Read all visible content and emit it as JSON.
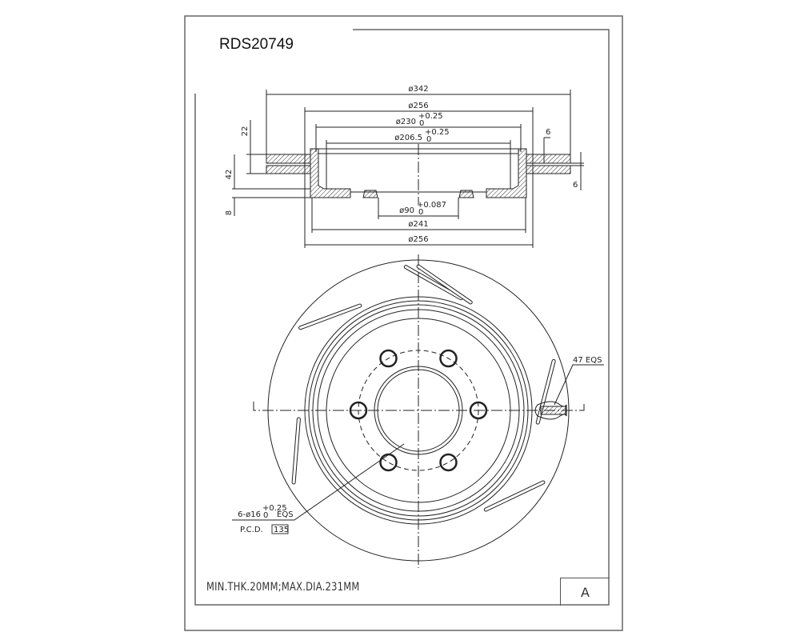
{
  "title": "RDS20749",
  "section_view": {
    "dims": {
      "d342": "ø342",
      "d256_top": "ø256",
      "d230": "ø230",
      "d230_tol_upper": "+0.25",
      "d230_tol_lower": "0",
      "d206": "ø206.5",
      "d206_tol_upper": "+0.25",
      "d206_tol_lower": "0",
      "d90": "ø90",
      "d90_tol_upper": "+0.087",
      "d90_tol_lower": "0",
      "d241": "ø241",
      "d256_bottom": "ø256",
      "h22": "22",
      "h42": "42",
      "h8": "8",
      "t6_top": "6",
      "t6_right": "6"
    }
  },
  "plan_view": {
    "vane_label": "47 EQS",
    "holes_label": "6-ø16",
    "holes_tol_upper": "+0.25",
    "holes_tol_lower": "0",
    "holes_suffix": "EQS",
    "pcd_label": "P.C.D.",
    "pcd_value": "135"
  },
  "footer": {
    "note": "MIN.THK.20MM;MAX.DIA.231MM",
    "revision": "A"
  }
}
